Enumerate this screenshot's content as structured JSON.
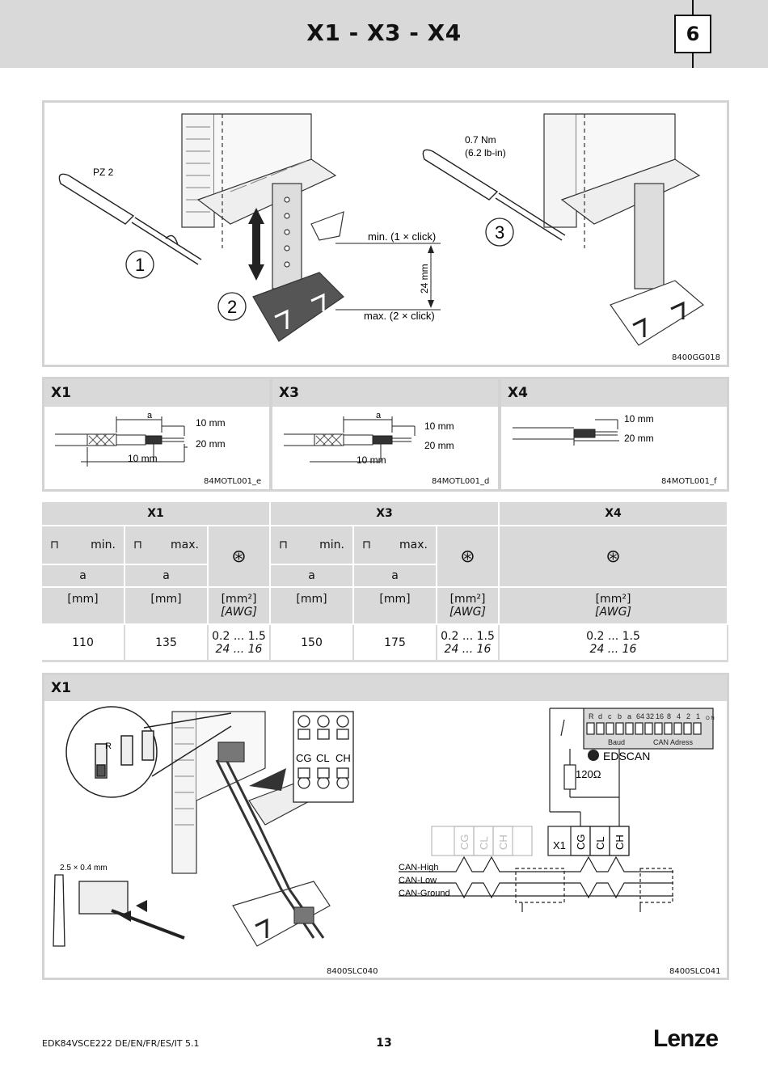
{
  "header": {
    "title": "X1 - X3 - X4",
    "chapter": "6"
  },
  "mount": {
    "code": "8400GG018",
    "pz": "PZ 2",
    "torque1": "0.7 Nm",
    "torque2": "(6.2 lb-in)",
    "min": "min. (1 × click)",
    "max": "max. (2 × click)",
    "dist": "24 mm",
    "steps": [
      "1",
      "2",
      "3"
    ]
  },
  "cables": [
    {
      "title": "X1",
      "code": "84MOTL001_e",
      "a": "a",
      "d1": "10 mm",
      "d2": "20 mm",
      "d3": "10 mm"
    },
    {
      "title": "X3",
      "code": "84MOTL001_d",
      "a": "a",
      "d1": "10 mm",
      "d2": "20 mm",
      "d3": "10 mm"
    },
    {
      "title": "X4",
      "code": "84MOTL001_f",
      "d1": "10 mm",
      "d2": "20 mm"
    }
  ],
  "table": {
    "groups": [
      "X1",
      "X3",
      "X4"
    ],
    "min": "min.",
    "max": "max.",
    "a": "a",
    "mm": "[mm]",
    "mm2": "[mm²]",
    "awg": "[AWG]",
    "x1": {
      "min": "110",
      "max": "135",
      "cs": "0.2 ... 1.5",
      "awg": "24 ... 16"
    },
    "x3": {
      "min": "150",
      "max": "175",
      "cs": "0.2 ... 1.5",
      "awg": "24 ... 16"
    },
    "x4": {
      "cs": "0.2 ... 1.5",
      "awg": "24 ... 16"
    }
  },
  "can": {
    "title": "X1",
    "code_left": "8400SLC040",
    "code_right": "8400SLC041",
    "blade": "2.5 × 0.4 mm",
    "pins": [
      "CG",
      "CL",
      "CH"
    ],
    "switch_r": "R",
    "dip_labels": [
      "R",
      "d",
      "c",
      "b",
      "a",
      "64",
      "32",
      "16",
      "8",
      "4",
      "2",
      "1"
    ],
    "dip_on": "O N",
    "baud": "Baud",
    "can_adress": "CAN Adress",
    "edscan": "EDSCAN",
    "resistor": "120Ω",
    "x1_label": "X1",
    "lines": [
      "CAN-High",
      "CAN-Low",
      "CAN-Ground"
    ]
  },
  "footer": {
    "doc": "EDK84VSCE222  DE/EN/FR/ES/IT  5.1",
    "page": "13",
    "brand": "Lenze"
  }
}
